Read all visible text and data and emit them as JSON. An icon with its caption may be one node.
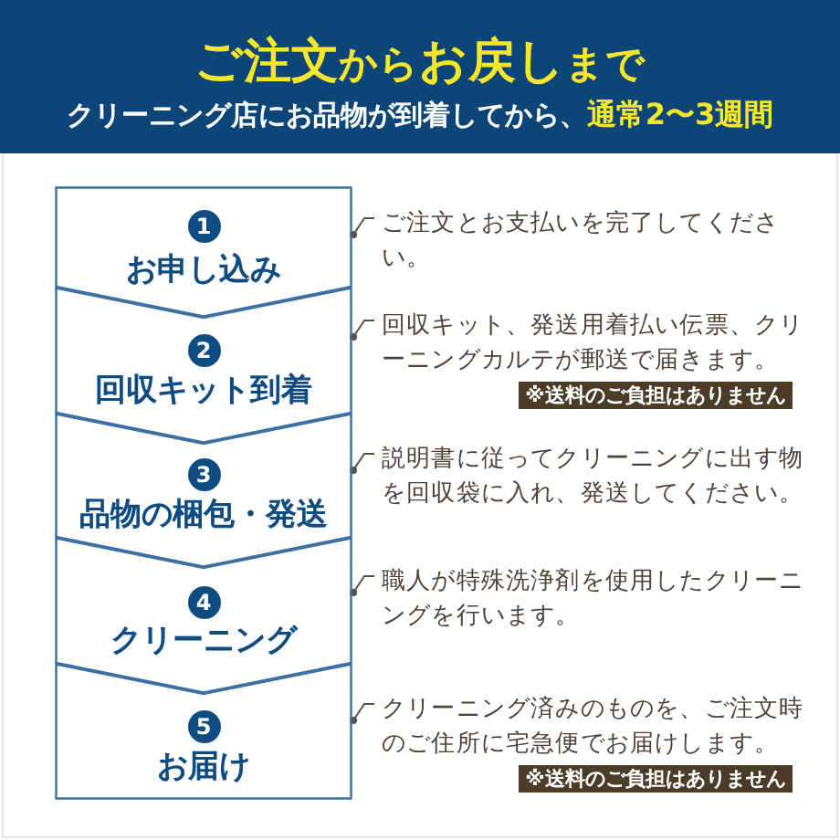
{
  "diagram": {
    "title": "**ご注文**から**お戻し**まで",
    "nodes": [
      {
        "text": [
          "お申し込み"
        ]
      },
      {
        "text": [
          "1"
        ],
        "in": 0
      },
      {
        "text": [
          "回収キット到着"
        ]
      },
      {
        "text": [
          "2"
        ],
        "in": 2
      },
      {
        "text": [
          "品物の梱包・発送"
        ]
      },
      {
        "text": [
          "3"
        ],
        "in": 4
      },
      {
        "text": [
          "クリーニング"
        ]
      },
      {
        "text": [
          "4"
        ],
        "in": 6
      },
      {
        "text": [
          "お届け"
        ]
      },
      {
        "text": [
          "5"
        ],
        "in": 8
      },
      {
        "text": [
          "ご注文とお支払いを完了してください。"
        ]
      },
      {
        "text": [
          "回収キット、発送用着払い伝票、クリーニングカルテが郵送で届きます。"
        ]
      },
      {
        "text": [
          "※送料のご負担はありません"
        ]
      },
      {
        "text": [
          "説明書に従ってクリーニングに出す物を回収袋に入れ、発送してください。"
        ]
      },
      {
        "text": [
          "職人が特殊洗浄剤を使用したクリーニングを行います。"
        ]
      },
      {
        "text": [
          "クリーニング済みのものを、ご注文時のご住所に宅急便でお届けします。"
        ]
      },
      {
        "text": [
          "※送料のご負担はありません"
        ]
      }
    ],
    "edges": [
      {
        "from": 10,
        "to": 0,
        "arrow": "other"
      },
      {
        "from": 11,
        "to": 2,
        "arrow": "other"
      },
      {
        "from": 13,
        "to": 4,
        "arrow": "other"
      },
      {
        "from": 14,
        "to": 6,
        "arrow": "other"
      },
      {
        "from": 15,
        "to": 8,
        "arrow": "other"
      }
    ],
    "labels": [
      "クリーニング店にお品物が到着してから、**通常2〜3週間**"
    ]
  }
}
